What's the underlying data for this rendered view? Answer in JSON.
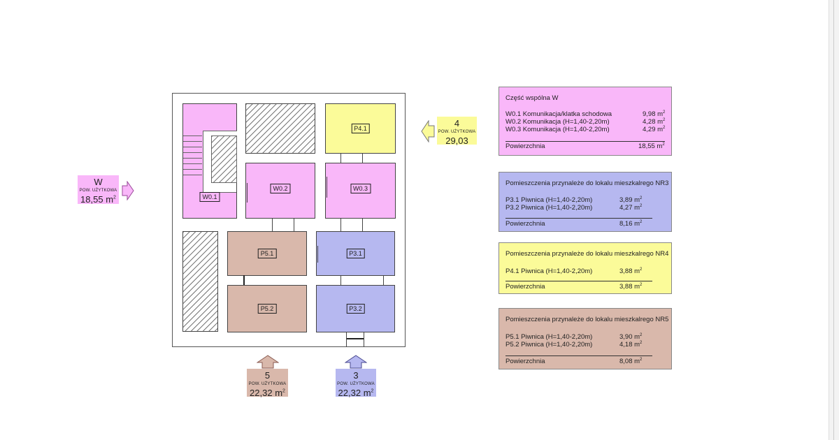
{
  "rooms": {
    "w01": "W0.1",
    "w02": "W0.2",
    "w03": "W0.3",
    "p41": "P4.1",
    "p51": "P5.1",
    "p52": "P5.2",
    "p31": "P3.1",
    "p32": "P3.2"
  },
  "badges": {
    "w": {
      "num": "W",
      "small": "POW. UŻYTKOWA",
      "area": "18,55 m",
      "sup": "2"
    },
    "b4": {
      "num": "4",
      "small": "POW. UŻYTKOWA",
      "area": "29,03"
    },
    "b5": {
      "num": "5",
      "small": "POW. UŻYTKOWA",
      "area": "22,32 m",
      "sup": "2"
    },
    "b3": {
      "num": "3",
      "small": "POW. UŻYTKOWA",
      "area": "22,32 m",
      "sup": "2"
    }
  },
  "legends": {
    "w": {
      "title": "Część wspólna W",
      "rows": [
        {
          "name": "W0.1 Komunikacja/klatka schodowa",
          "value": "9,98 m",
          "sup": "2"
        },
        {
          "name": "W0.2 Komunikacja (H=1,40-2,20m)",
          "value": "4,28 m",
          "sup": "2"
        },
        {
          "name": "W0.3 Komunikacja (H=1,40-2,20m)",
          "value": "4,29 m",
          "sup": "2"
        }
      ],
      "total_label": "Powierzchnia",
      "total_value": "18,55 m",
      "total_sup": "2"
    },
    "nr3": {
      "title": "Pomieszczenia przynależe do lokalu mieszkalrego NR3",
      "rows": [
        {
          "name": "P3.1 Piwnica (H=1,40-2,20m)",
          "value": "3,89 m",
          "sup": "2"
        },
        {
          "name": "P3.2 Piwnica (H=1,40-2,20m)",
          "value": "4,27 m",
          "sup": "2"
        }
      ],
      "total_label": "Powierzchnia",
      "total_value": "8,16 m",
      "total_sup": "2"
    },
    "nr4": {
      "title": "Pomieszczenia przynależe do lokalu mieszkalrego NR4",
      "rows": [
        {
          "name": "P4.1 Piwnica (H=1,40-2,20m)",
          "value": "3,88 m",
          "sup": "2"
        }
      ],
      "total_label": "Powierzchnia",
      "total_value": "3,88 m",
      "total_sup": "2"
    },
    "nr5": {
      "title": "Pomieszczenia przynależe do lokalu mieszkalrego NR5",
      "rows": [
        {
          "name": "P5.1 Piwnica (H=1,40-2,20m)",
          "value": "3,90 m",
          "sup": "2"
        },
        {
          "name": "P5.2 Piwnica (H=1,40-2,20m)",
          "value": "4,18 m",
          "sup": "2"
        }
      ],
      "total_label": "Powierzchnia",
      "total_value": "8,08 m",
      "total_sup": "2"
    }
  },
  "colors": {
    "common_w": "#f9b7f9",
    "nr3": "#b6b8f0",
    "nr4": "#fbfb99",
    "nr5": "#d9b8ab"
  }
}
